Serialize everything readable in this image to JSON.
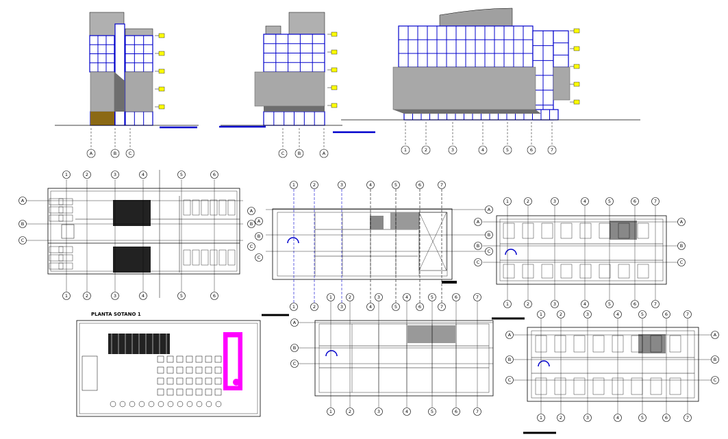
{
  "drawing": {
    "colors": {
      "structure_blue": "#0000cc",
      "facade_gray": "#8a8a8a",
      "roof_gray": "#b0b0b0",
      "accent_yellow": "#ffff00",
      "magenta": "#ff00ff",
      "ground_brown": "#8b6914",
      "line_black": "#000000"
    },
    "elevation_left": {
      "axis_labels": [
        "A",
        "B",
        "C"
      ]
    },
    "elevation_middle": {
      "axis_labels": [
        "C",
        "B",
        "A"
      ]
    },
    "elevation_right": {
      "axis_labels": [
        "1",
        "2",
        "3",
        "4",
        "5",
        "6",
        "7"
      ]
    },
    "plan_top_left": {
      "col_labels": [
        "1",
        "2",
        "3",
        "4",
        "5",
        "6"
      ],
      "row_labels": [
        "A",
        "B",
        "C"
      ]
    },
    "plan_top_middle": {
      "col_labels": [
        "1",
        "2",
        "3",
        "4",
        "5",
        "6",
        "7"
      ],
      "row_labels": [
        "A",
        "B",
        "C"
      ]
    },
    "plan_top_right": {
      "col_labels": [
        "1",
        "2",
        "3",
        "4",
        "5",
        "6",
        "7"
      ],
      "row_labels": [
        "A",
        "B",
        "C"
      ]
    },
    "plan_bottom_left": {
      "title": "PLANTA SOTANO 1"
    },
    "plan_bottom_middle": {
      "col_labels": [
        "1",
        "2",
        "3",
        "4",
        "5",
        "6",
        "7"
      ],
      "row_labels": [
        "A",
        "B",
        "C"
      ]
    },
    "plan_bottom_right": {
      "col_labels": [
        "1",
        "2",
        "3",
        "4",
        "5",
        "6",
        "7"
      ],
      "row_labels": [
        "A",
        "B",
        "C"
      ]
    }
  }
}
